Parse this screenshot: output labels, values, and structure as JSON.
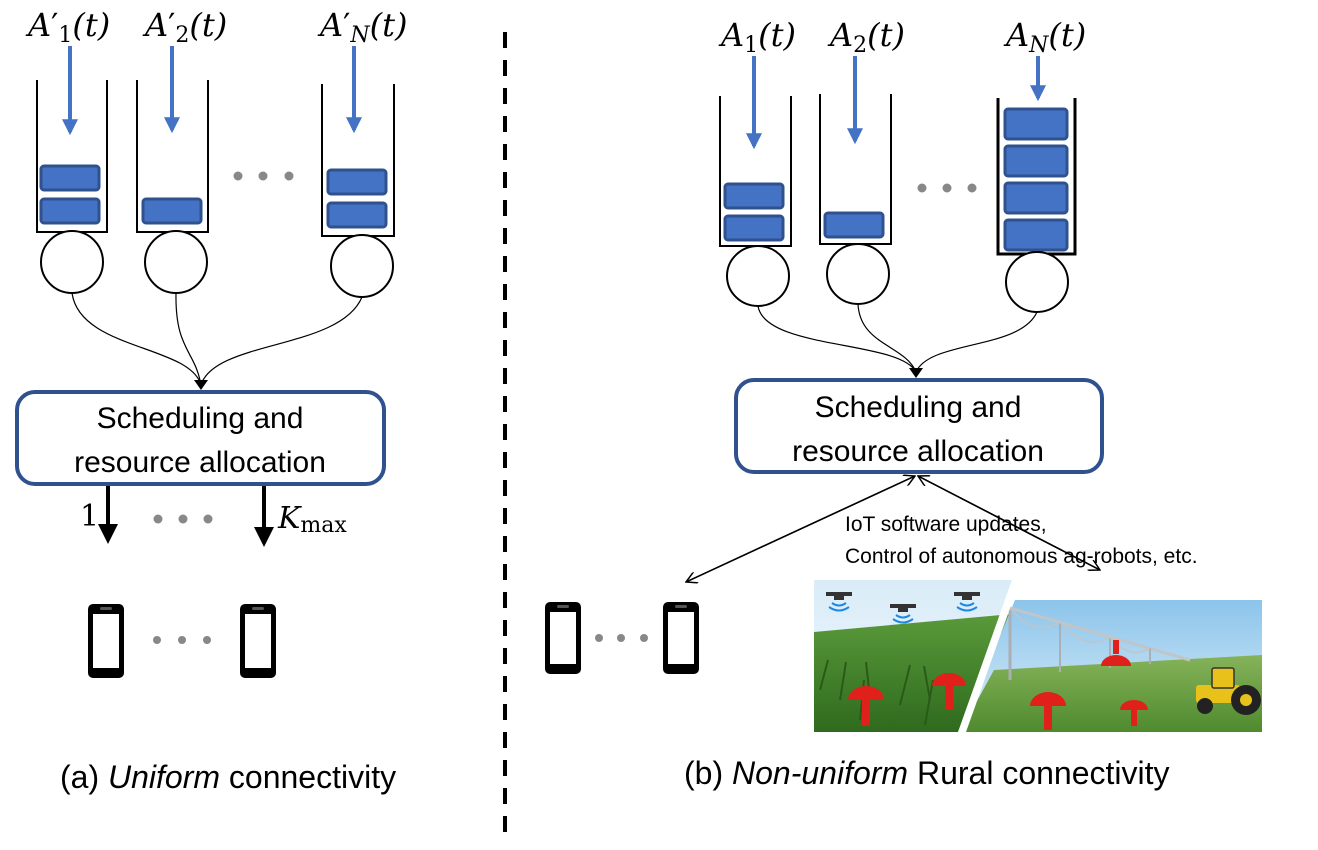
{
  "left": {
    "arrivals": [
      {
        "sym": "A",
        "prime": "′",
        "sub": "1",
        "arg": "(t)"
      },
      {
        "sym": "A",
        "prime": "′",
        "sub": "2",
        "arg": "(t)"
      },
      {
        "sym": "A",
        "prime": "′",
        "sub": "N",
        "arg": "(t)"
      }
    ],
    "queue_lengths": [
      2,
      1,
      2
    ],
    "scheduler_line1": "Scheduling and",
    "scheduler_line2": "resource allocation",
    "channel_first": "1",
    "channel_last_sym": "K",
    "channel_last_sub": "max",
    "caption_prefix": "(a) ",
    "caption_em": "Uniform",
    "caption_suffix": " connectivity"
  },
  "right": {
    "arrivals": [
      {
        "sym": "A",
        "sub": "1",
        "arg": "(t)"
      },
      {
        "sym": "A",
        "sub": "2",
        "arg": "(t)"
      },
      {
        "sym": "A",
        "sub": "N",
        "arg": "(t)"
      }
    ],
    "queue_lengths": [
      2,
      1,
      4
    ],
    "scheduler_line1": "Scheduling and",
    "scheduler_line2": "resource allocation",
    "annotation_line1": "IoT software updates,",
    "annotation_line2": "Control of autonomous ag-robots, etc.",
    "caption_prefix": "(b) ",
    "caption_em": "Non-uniform",
    "caption_suffix": " Rural connectivity"
  },
  "colors": {
    "arrow_blue": "#4472C4",
    "packet_fill": "#4472C4",
    "packet_stroke": "#2F528F",
    "scheduler_border": "#2F528F",
    "sensor_red": "#E0201B",
    "dot_gray": "#888888"
  }
}
